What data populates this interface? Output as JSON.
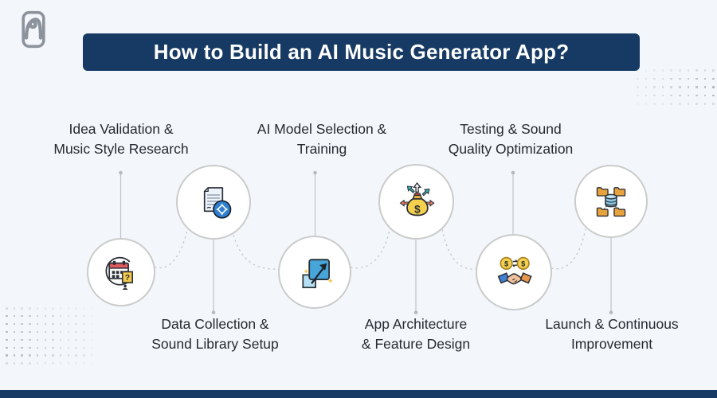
{
  "header": {
    "title": "How to Build an AI Music Generator App?",
    "logo": "brand-logo"
  },
  "colors": {
    "background": "#f3f6fa",
    "banner": "#163a63",
    "banner_text": "#ffffff",
    "label_text": "#262b31",
    "circle_border": "#cbcbcb",
    "connector_line": "#c3c7cc",
    "dot_pattern": "#82878f",
    "footer_bar": "#163a63",
    "logo_gray": "#8d939c"
  },
  "steps": [
    {
      "icon": "calendar-question-icon",
      "label_lines": [
        "Idea Validation &",
        "Music Style Research"
      ],
      "label_position": "top"
    },
    {
      "icon": "document-sync-icon",
      "label_lines": [
        "Data Collection &",
        "Sound Library Setup"
      ],
      "label_position": "bottom"
    },
    {
      "icon": "scale-up-icon",
      "label_lines": [
        "AI Model Selection &",
        "Training"
      ],
      "label_position": "top"
    },
    {
      "icon": "budget-allocation-icon",
      "label_lines": [
        "App Architecture",
        "& Feature Design"
      ],
      "label_position": "bottom"
    },
    {
      "icon": "deal-handshake-icon",
      "label_lines": [
        "Testing & Sound",
        "Quality Optimization"
      ],
      "label_position": "top"
    },
    {
      "icon": "data-distribution-icon",
      "label_lines": [
        "Launch & Continuous",
        "Improvement"
      ],
      "label_position": "bottom"
    }
  ]
}
